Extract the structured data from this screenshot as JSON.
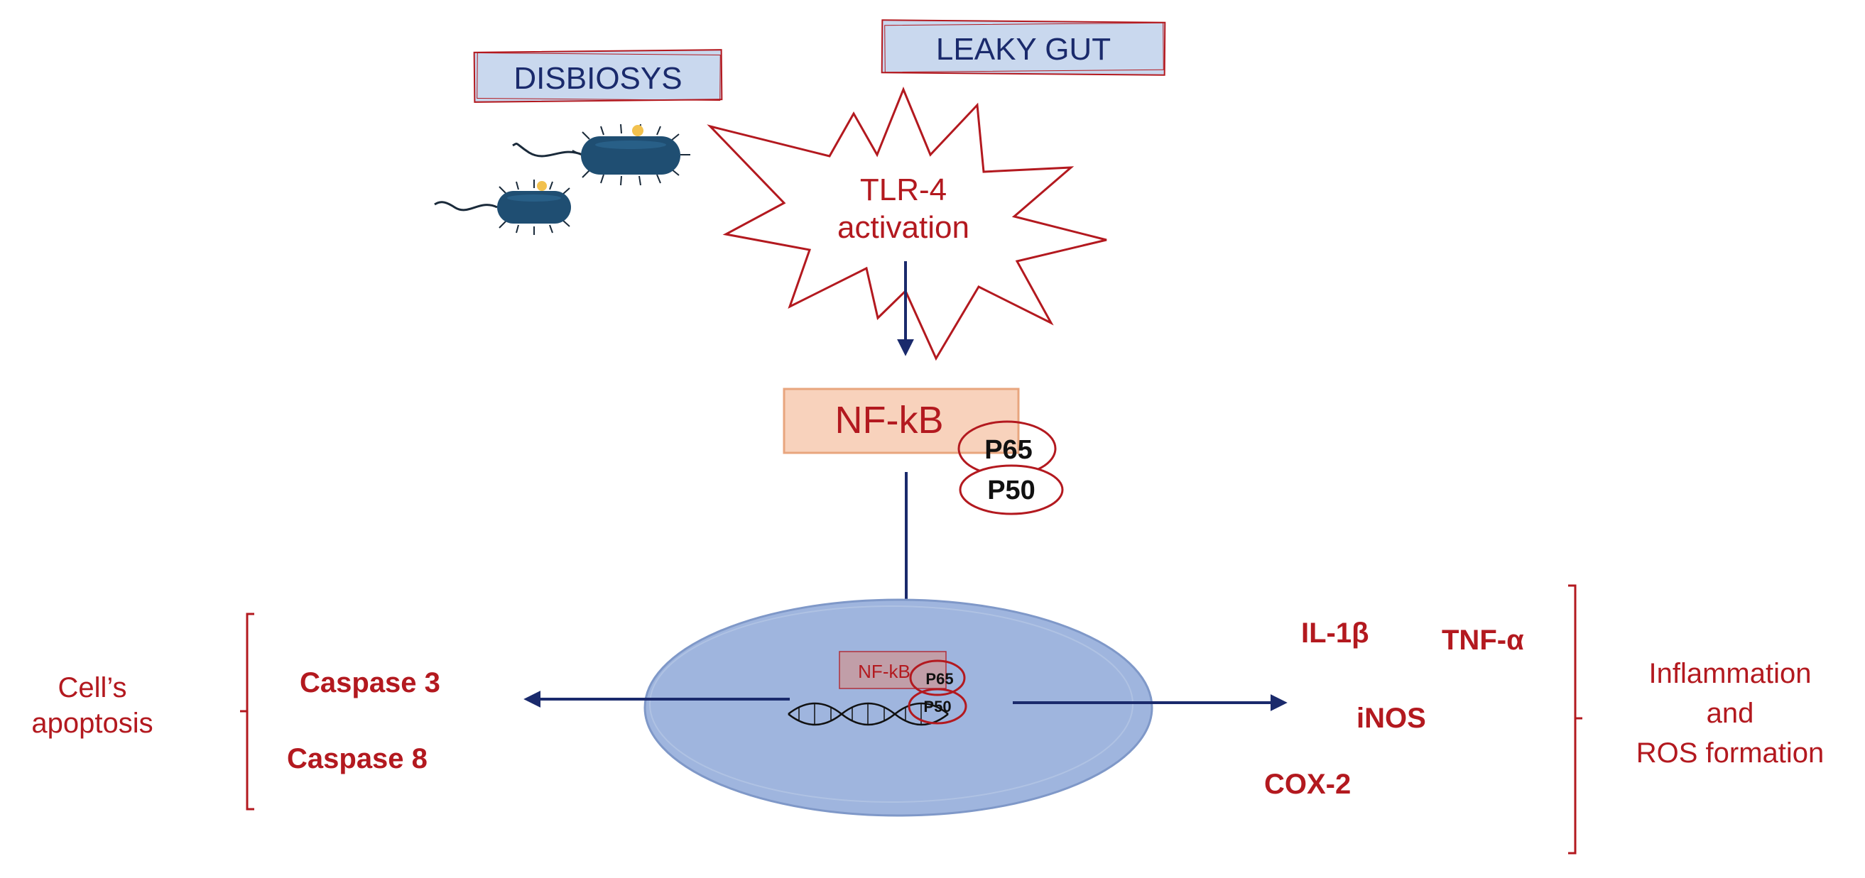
{
  "labels": {
    "dysbiosis": "DISBIOSYS",
    "leaky_gut": "LEAKY GUT",
    "tlr4_line1": "TLR-4",
    "tlr4_line2": "activation",
    "nfkb": "NF-kB",
    "p65": "P65",
    "p50": "P50",
    "nucleus_nfkb": "NF-kB",
    "nucleus_p65": "P65",
    "nucleus_p50": "P50",
    "caspase3": "Caspase 3",
    "caspase8": "Caspase 8",
    "apoptosis_line1": "Cell’s",
    "apoptosis_line2": "apoptosis",
    "il1b": "IL-1β",
    "tnfa": "TNF-α",
    "inos": "iNOS",
    "cox2": "COX-2",
    "inflammation_line1": "Inflammation",
    "inflammation_line2": "and",
    "inflammation_line3": "ROS formation"
  },
  "colors": {
    "red": "#b3191f",
    "navy": "#1a2a6c",
    "label_box_fill": "#c9d8ee",
    "nfkb_fill": "#f8d2bc",
    "nucleus_fill": "#9fb5de",
    "bacterium": "#1f4e72"
  }
}
